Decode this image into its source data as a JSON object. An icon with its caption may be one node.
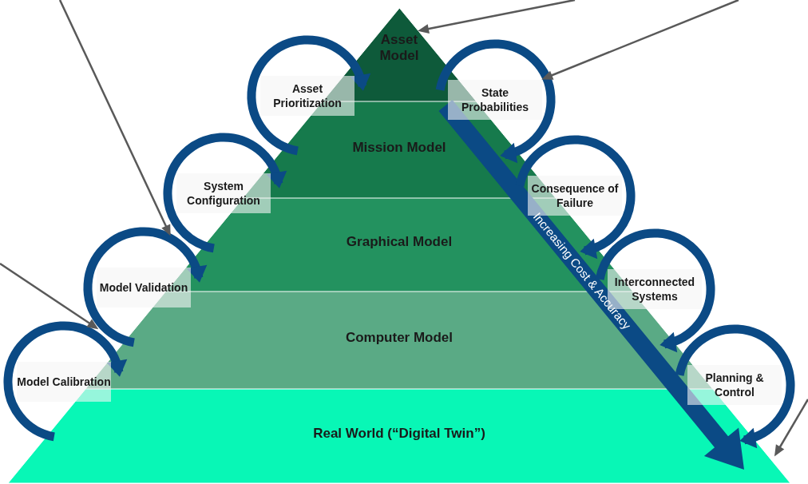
{
  "diagram": {
    "nodes": [
      {
        "text": [
          "Asset Model"
        ]
      },
      {
        "text": [
          "Mission Model"
        ]
      },
      {
        "text": [
          "Graphical Model"
        ]
      },
      {
        "text": [
          "Computer Model"
        ]
      },
      {
        "text": [
          "Real World (“Digital Twin”)"
        ]
      },
      {
        "text": [
          "Model Calibration"
        ]
      },
      {
        "text": [
          "Model Validation"
        ]
      },
      {
        "text": [
          "System Configuration"
        ]
      },
      {
        "text": [
          "Asset Prioritization"
        ]
      },
      {
        "text": [
          "State Probabilities"
        ]
      },
      {
        "text": [
          "Consequence of Failure"
        ]
      },
      {
        "text": [
          "Interconnected Systems"
        ]
      },
      {
        "text": [
          "Planning & Control"
        ]
      }
    ],
    "edges": [
      {
        "from": 4,
        "to": 3,
        "arrow": "to"
      },
      {
        "from": 3,
        "to": 2,
        "arrow": "to"
      },
      {
        "from": 2,
        "to": 1,
        "arrow": "to"
      },
      {
        "from": 1,
        "to": 0,
        "arrow": "to"
      },
      {
        "from": 0,
        "to": 1,
        "arrow": "to"
      },
      {
        "from": 1,
        "to": 2,
        "arrow": "to"
      },
      {
        "from": 2,
        "to": 3,
        "arrow": "to"
      },
      {
        "from": 3,
        "to": 4,
        "arrow": "to"
      },
      {
        "from": null,
        "to": 2,
        "arrow": "to",
        "color": "#595959"
      },
      {
        "from": null,
        "to": 3,
        "arrow": "to",
        "color": "#595959"
      },
      {
        "from": null,
        "to": 0,
        "arrow": "to",
        "color": "#595959"
      },
      {
        "from": null,
        "to": 9,
        "arrow": "to",
        "color": "#595959"
      },
      {
        "from": null,
        "to": 4,
        "arrow": "to",
        "color": "#595959"
      }
    ],
    "labels": [
      "Increasing Cost & Accuracy"
    ]
  }
}
